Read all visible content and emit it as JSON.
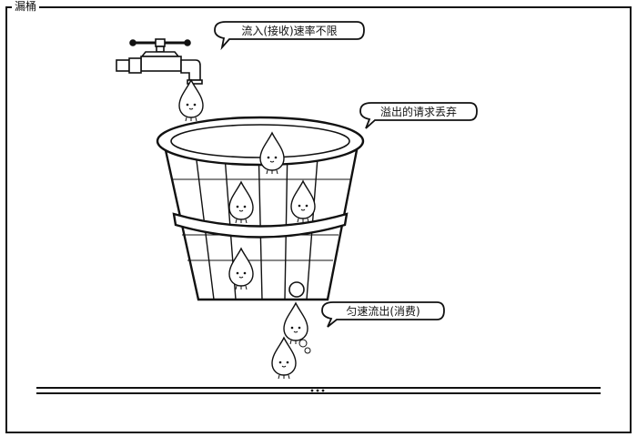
{
  "frame": {
    "title": "漏桶"
  },
  "callouts": {
    "inflow": "流入(接收)速率不限",
    "overflow": "溢出的请求丢弃",
    "outflow": "匀速流出(消费)"
  },
  "colors": {
    "line": "#111111",
    "background": "#ffffff",
    "wood": "#ffffff"
  },
  "icons": [
    "faucet-icon",
    "water-drop-icon",
    "wooden-bucket-icon",
    "speech-bubble-icon"
  ]
}
